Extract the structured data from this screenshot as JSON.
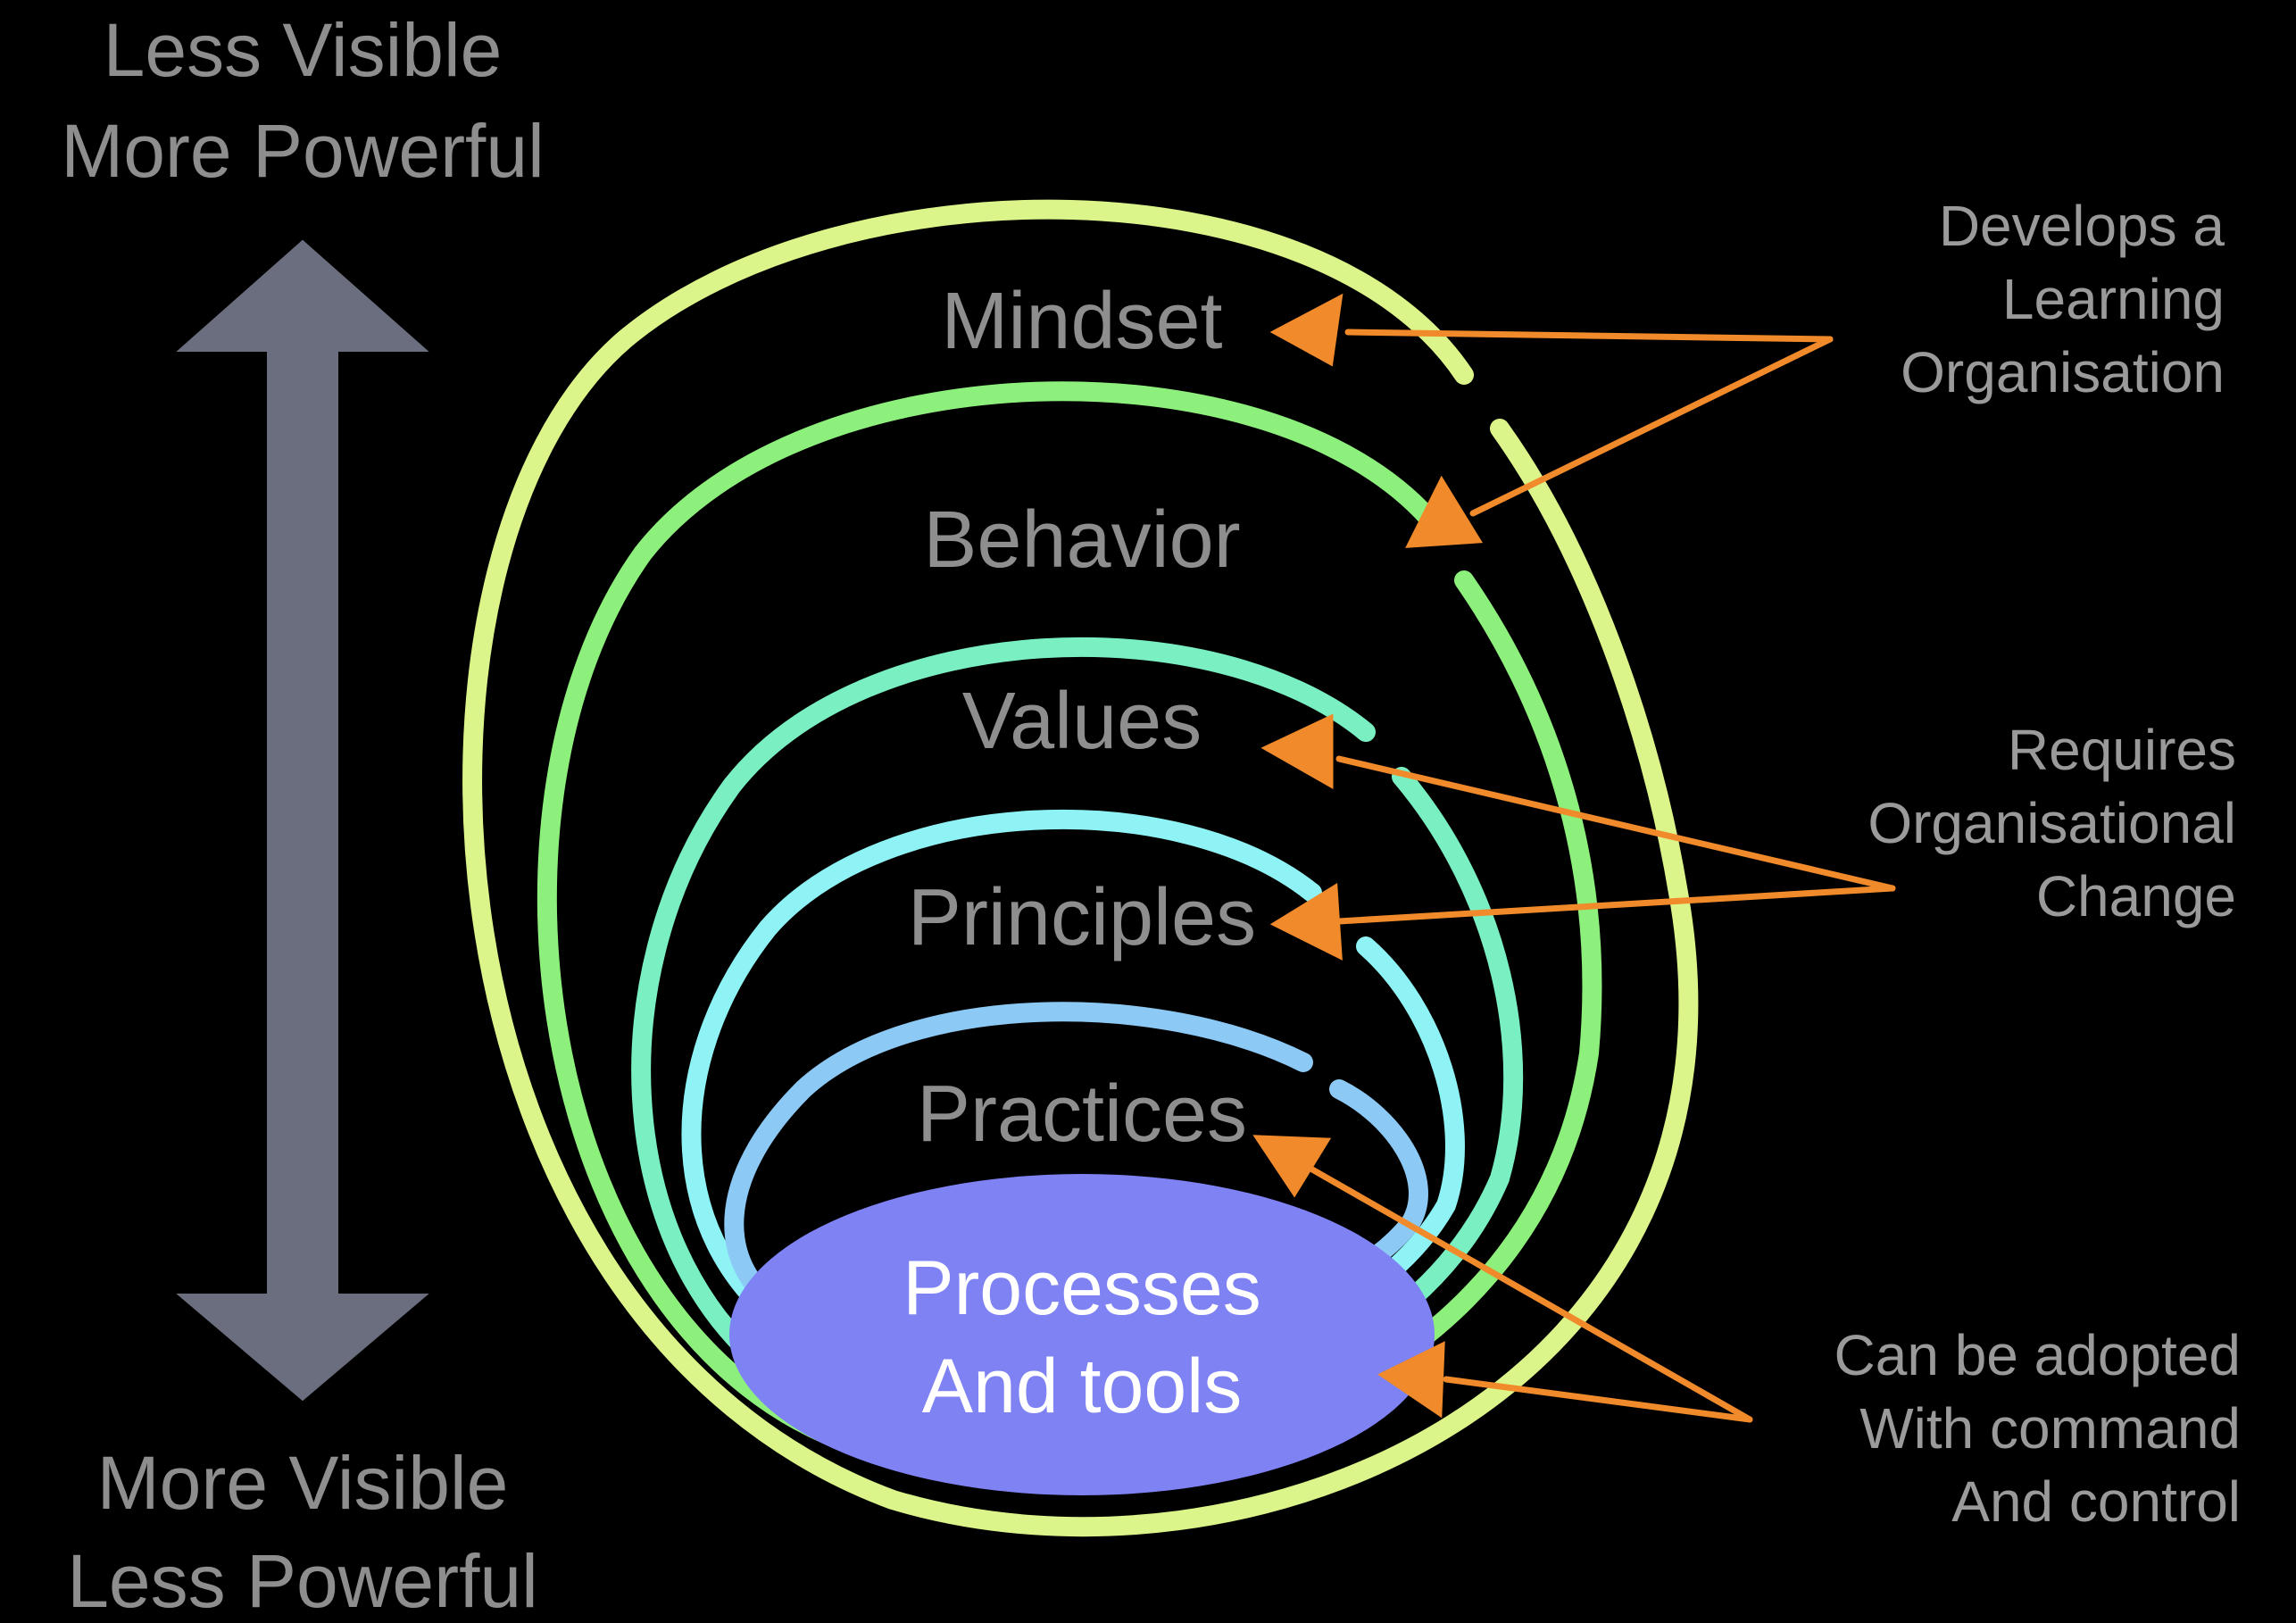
{
  "top_label": {
    "line1": "Less Visible",
    "line2": "More Powerful"
  },
  "bottom_label": {
    "line1": "More Visible",
    "line2": "Less Powerful"
  },
  "layers": {
    "mindset": "Mindset",
    "behavior": "Behavior",
    "values": "Values",
    "principles": "Principles",
    "practices": "Practices"
  },
  "core": {
    "line1": "Processes",
    "line2": "And tools"
  },
  "notes": {
    "learning": {
      "line1": "Develops a",
      "line2": "Learning",
      "line3": "Organisation"
    },
    "change": {
      "line1": "Requires",
      "line2": "Organisational",
      "line3": "Change"
    },
    "command": {
      "line1": "Can be adopted",
      "line2": "With  command",
      "line3": "And control"
    }
  },
  "colors": {
    "background": "#000000",
    "arrow_vertical": "#6b6e7e",
    "ring_mindset": "#dcf58a",
    "ring_behavior": "#8ef07c",
    "ring_values": "#7af0c2",
    "ring_principles": "#8ff3f5",
    "ring_practices": "#8cc9f5",
    "core_fill": "#7e82f3",
    "pointer_arrows": "#f08a2a",
    "label_gray": "#8e8e8e"
  }
}
